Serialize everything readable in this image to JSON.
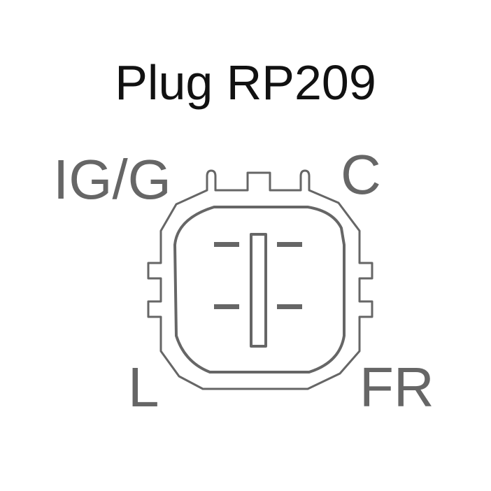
{
  "title": "Plug RP209",
  "pins": {
    "top_left": "IG/G",
    "top_right": "C",
    "bottom_left": "L",
    "bottom_right": "FR"
  },
  "colors": {
    "title": "#111111",
    "labels": "#666666",
    "outline": "#666666",
    "background": "#ffffff"
  }
}
